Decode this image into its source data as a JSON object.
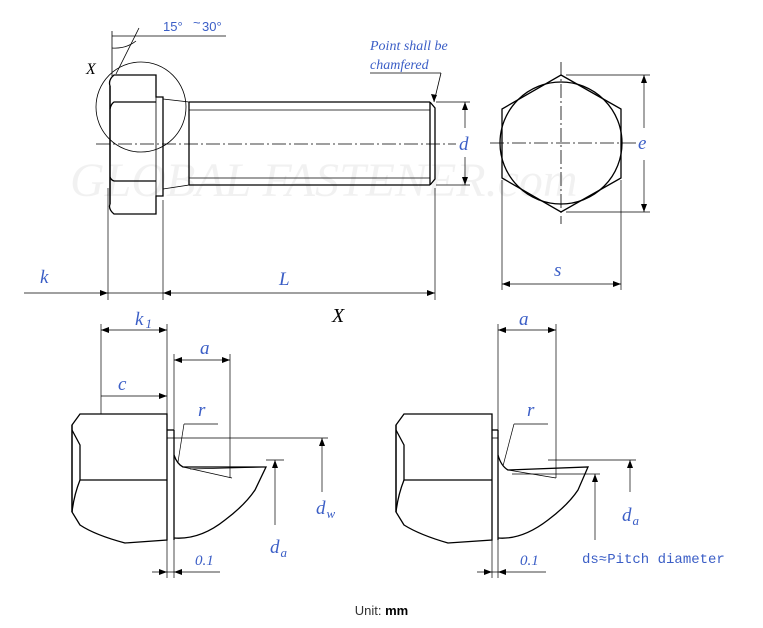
{
  "labels": {
    "angle_min": "15°",
    "angle_tilde": "~",
    "angle_max": "30°",
    "x_top": "X",
    "x_bottom": "X",
    "note_line1": "Point shall be",
    "note_line2": "chamfered",
    "d": "d",
    "e": "e",
    "s": "s",
    "k": "k",
    "L": "L",
    "k1_main": "k",
    "k1_sub": "1",
    "a_left": "a",
    "c": "c",
    "r_left": "r",
    "dw_main": "d",
    "dw_sub": "w",
    "da_left_main": "d",
    "da_left_sub": "a",
    "gap_left": "0.1",
    "a_right": "a",
    "r_right": "r",
    "da_right_main": "d",
    "da_right_sub": "a",
    "gap_right": "0.1",
    "ds_pitch": "ds≈Pitch diameter"
  },
  "watermark": "GLOBAL FASTENER.com",
  "unit": {
    "prefix": "Unit: ",
    "value": "mm"
  },
  "colors": {
    "label_blue": "#3b5ec6",
    "line": "#000000"
  }
}
